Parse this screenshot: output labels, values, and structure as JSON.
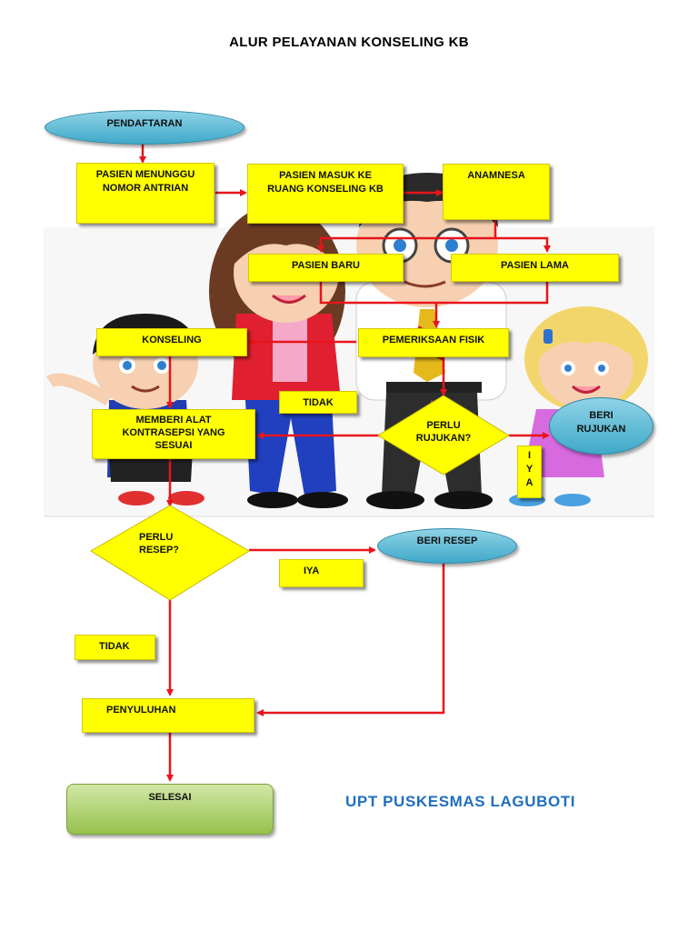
{
  "title": "ALUR PELAYANAN KONSELING KB",
  "colors": {
    "box": "#ffff00",
    "arrow": "#e8141b",
    "oval": "#4fb3d1",
    "end": "#a8cc62",
    "footer": "#1f6fbf"
  },
  "nodes": {
    "pendaftaran": "PENDAFTARAN",
    "menunggu": [
      "PASIEN MENUNGGU",
      "NOMOR ANTRIAN"
    ],
    "masuk": [
      "PASIEN MASUK KE",
      "RUANG KONSELING KB"
    ],
    "anamnesa": "ANAMNESA",
    "baru": "PASIEN BARU",
    "lama": "PASIEN LAMA",
    "konseling": "KONSELING",
    "pemeriksaan": "PEMERIKSAAN FISIK",
    "tidak1": "TIDAK",
    "alat": [
      "MEMBERI ALAT",
      "KONTRASEPSI YANG",
      "SESUAI"
    ],
    "rujukan_q": [
      "PERLU",
      "RUJUKAN?"
    ],
    "beri_rujukan": [
      "BERI",
      "RUJUKAN"
    ],
    "iya_vertical": [
      "I",
      "Y",
      "A"
    ],
    "resep_q": [
      "PERLU",
      "RESEP?"
    ],
    "beri_resep": "BERI RESEP",
    "iya2": "IYA",
    "tidak2": "TIDAK",
    "penyuluhan": "PENYULUHAN",
    "selesai": "SELESAI"
  },
  "footer": "UPT PUSKESMAS LAGUBOTI"
}
